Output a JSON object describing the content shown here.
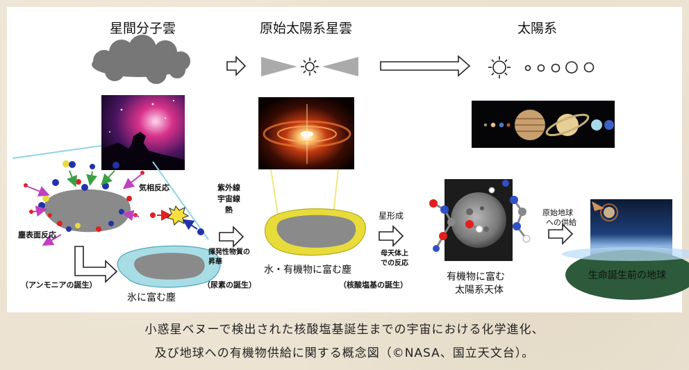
{
  "stages": {
    "cloud": "星間分子雲",
    "nebula": "原始太陽系星雲",
    "solar_system": "太陽系"
  },
  "labels": {
    "gas_phase": "気相反応",
    "surface": "塵表面反応",
    "uv_line1": "紫外線",
    "uv_line2": "宇宙線",
    "uv_line3": "熱",
    "volatile_line1": "揮発性物質の",
    "volatile_line2": "昇華",
    "ammonia": "（アンモニアの誕生）",
    "urea": "（尿素の誕生）",
    "ice_dust": "氷に富む塵",
    "organic_dust": "水・有機物に富む塵",
    "star_formation": "星形成",
    "parent_line1": "母天体上",
    "parent_line2": "での反応",
    "nucleobase": "（核酸塩基の誕生）",
    "organic_body_line1": "有機物に富む",
    "organic_body_line2": "太陽系天体",
    "supply_line1": "原始地球",
    "supply_line2": "への供給",
    "early_earth": "生命誕生前の地球"
  },
  "caption": {
    "line1": "小惑星ベヌーで検出された核酸塩基誕生までの宇宙における化学進化、",
    "line2": "及び地球への有機物供給に関する概念図（©NASA、国立天文台）。"
  },
  "colors": {
    "background": "#ece3d2",
    "dust_gray": "#8a8a8a",
    "ice_blue": "#a8dde6",
    "organic_yellow": "#e8dc3a",
    "molecule_blue": "#2233aa",
    "molecule_red": "#e02020",
    "molecule_green": "#3aa043",
    "arrow_magenta": "#c040c0"
  }
}
